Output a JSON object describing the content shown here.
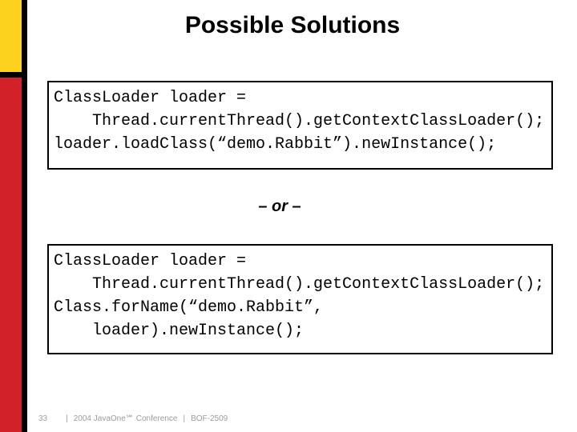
{
  "title": "Possible Solutions",
  "code_box_1": {
    "lines": [
      "ClassLoader loader =",
      "    Thread.currentThread().getContextClassLoader();",
      "loader.loadClass(“demo.Rabbit”).newInstance();"
    ]
  },
  "separator_text": "– or –",
  "code_box_2": {
    "lines": [
      "ClassLoader loader =",
      "    Thread.currentThread().getContextClassLoader();",
      "Class.forName(“demo.Rabbit”,",
      "    loader).newInstance();"
    ]
  },
  "footer": {
    "slide_number": "33",
    "pipe": "|",
    "conference": "2004 JavaOne℠ Conference",
    "session": "BOF-2509"
  },
  "colors": {
    "accent_yellow": "#FDD21E",
    "accent_red": "#D22128",
    "edge_black": "#000000",
    "footer_gray": "#9B9B9B",
    "background": "#FFFFFF"
  }
}
